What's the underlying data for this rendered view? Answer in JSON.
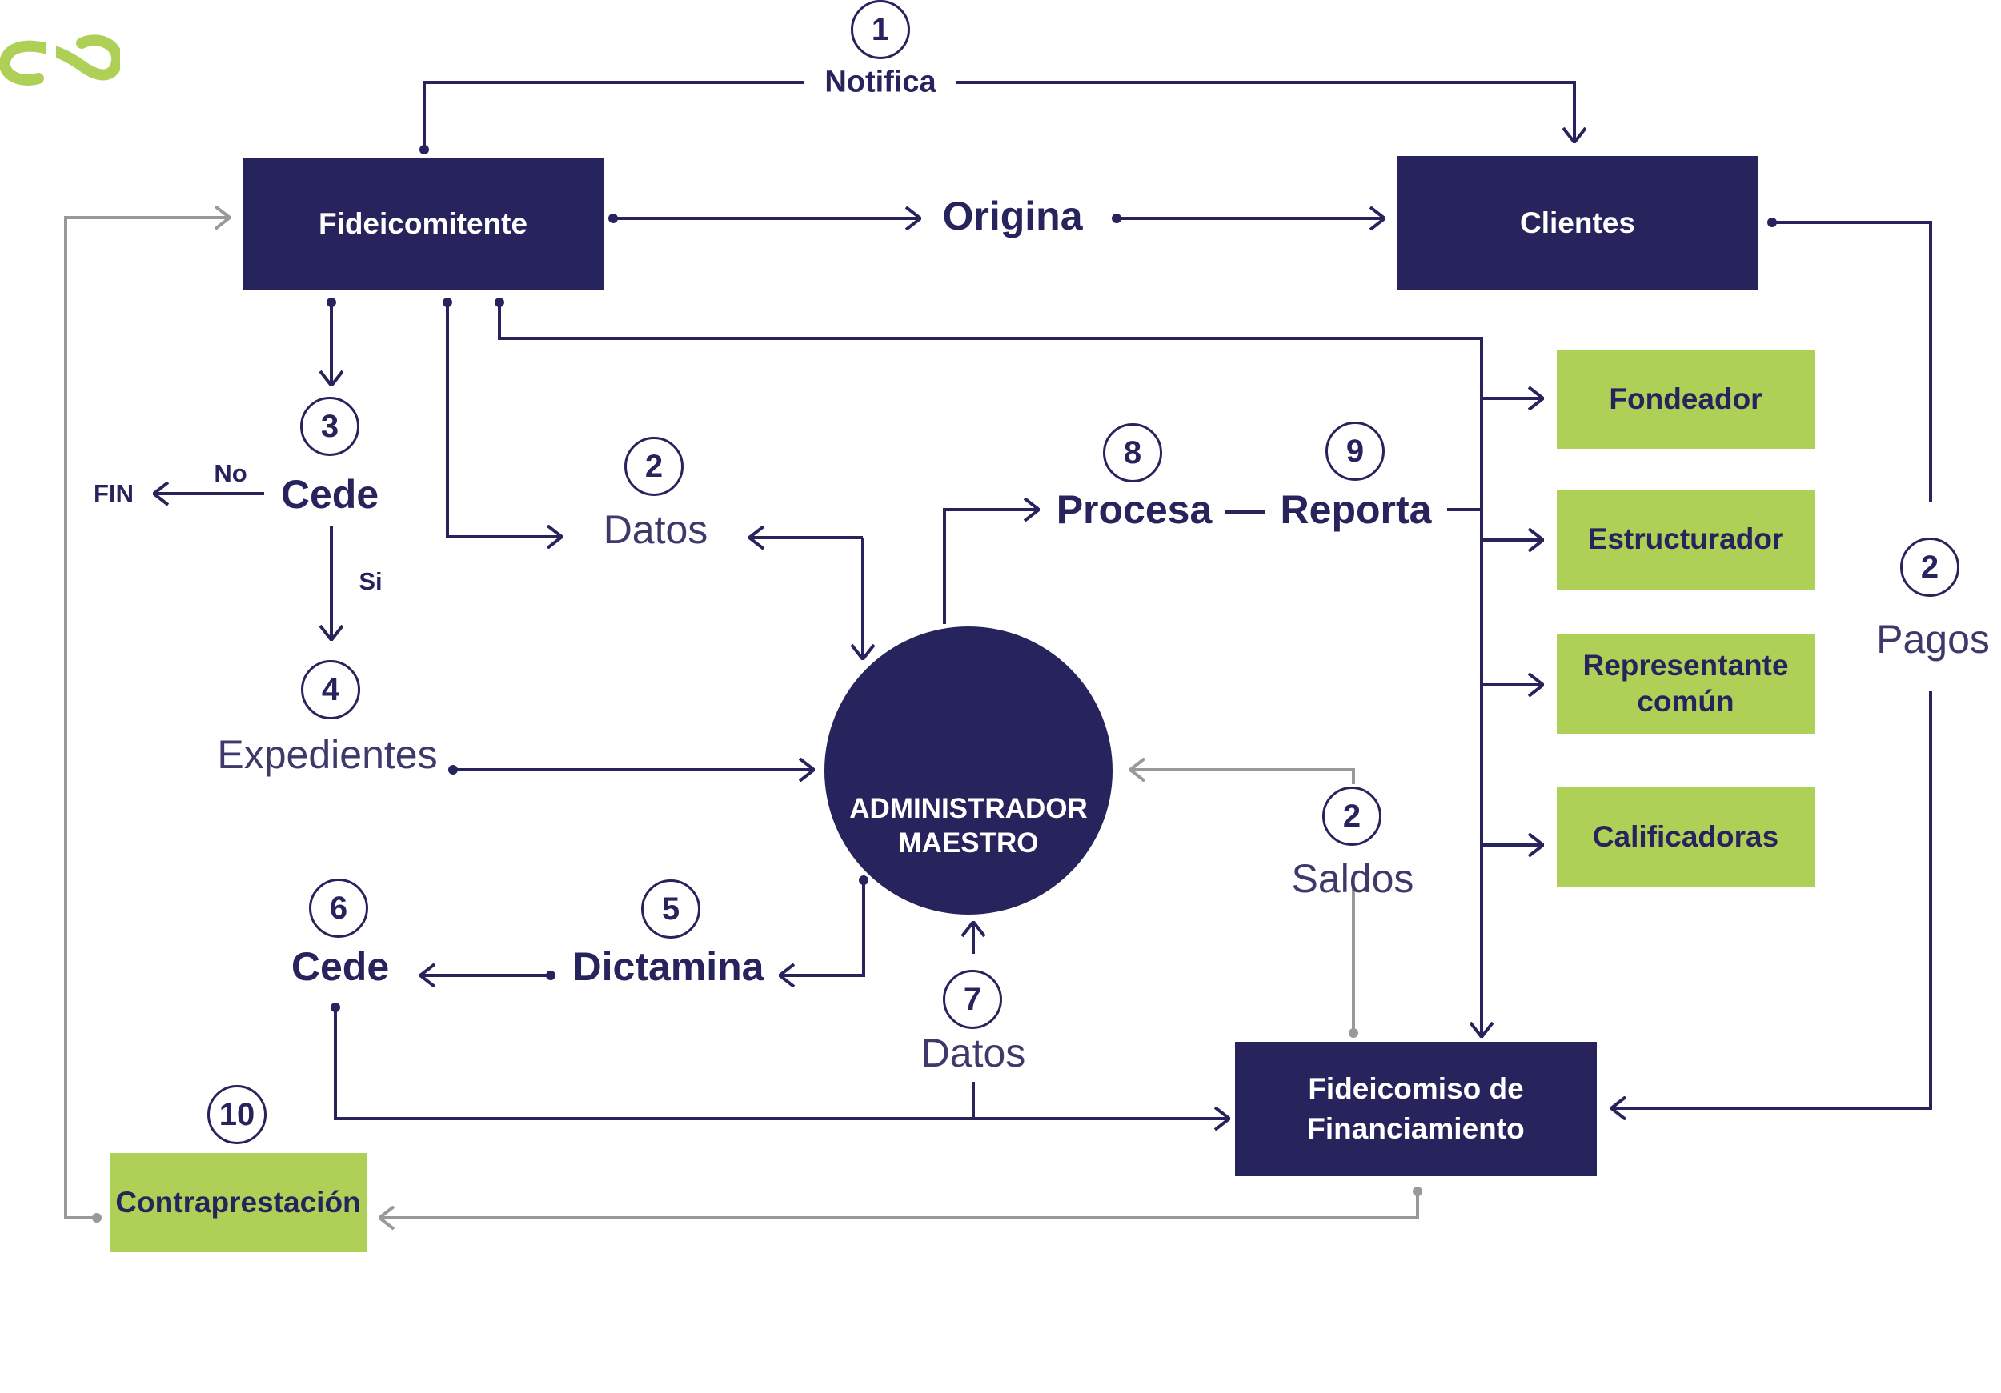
{
  "boxes": {
    "fideicomitente": "Fideicomitente",
    "clientes": "Clientes",
    "fondeador": "Fondeador",
    "estructurador": "Estructurador",
    "representante_l1": "Representante",
    "representante_l2": "común",
    "calificadoras": "Calificadoras",
    "fideicomiso_l1": "Fideicomiso de",
    "fideicomiso_l2": "Financiamiento",
    "contraprestacion": "Contraprestación"
  },
  "center": {
    "line1": "ADMINISTRADOR",
    "line2": "MAESTRO",
    "logo_icon": "administrador-maestro-logo-icon"
  },
  "labels": {
    "notifica": "Notifica",
    "origina": "Origina",
    "cede_top": "Cede",
    "no": "No",
    "fin": "FIN",
    "si": "Si",
    "expedientes": "Expedientes",
    "datos_top": "Datos",
    "procesa": "Procesa",
    "dash": "—",
    "reporta": "Reporta",
    "saldos": "Saldos",
    "pagos": "Pagos",
    "cede_bottom": "Cede",
    "dictamina": "Dictamina",
    "datos_bottom": "Datos"
  },
  "steps": {
    "notifica": "1",
    "datos_top": "2",
    "cede_top": "3",
    "expedientes": "4",
    "dictamina": "5",
    "cede_bottom": "6",
    "datos_bottom": "7",
    "procesa": "8",
    "reporta": "9",
    "contraprestacion": "10",
    "saldos": "2",
    "pagos": "2"
  },
  "colors": {
    "navy": "#27235c",
    "green": "#afd057",
    "gray_line": "#999999"
  }
}
